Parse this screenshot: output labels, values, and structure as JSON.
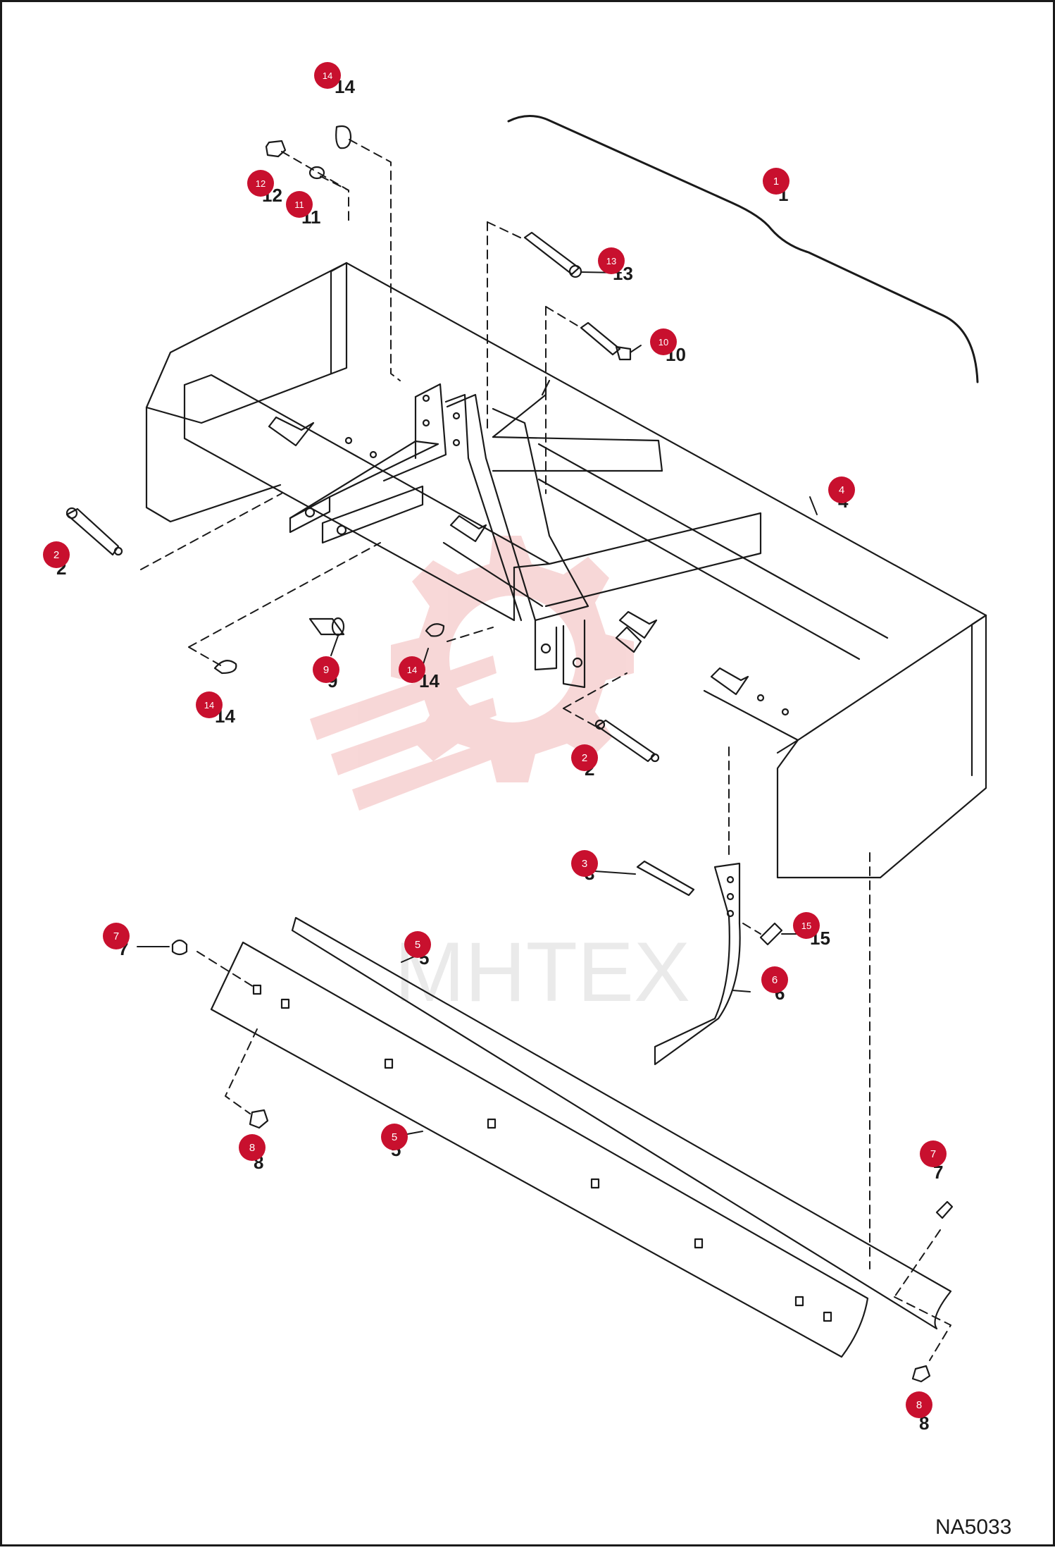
{
  "drawing_code": "NA5033",
  "watermark": "МНТЕХ",
  "colors": {
    "background": "#ffffff",
    "line": "#1a1a1a",
    "callout_fill": "#c8102e",
    "callout_text": "#ffffff",
    "watermark": "#f2b8b8",
    "watermark_text": "#d9d9d9"
  },
  "callouts": [
    {
      "id": "c1",
      "number": "1",
      "label": "1"
    },
    {
      "id": "c2a",
      "number": "2",
      "label": "2"
    },
    {
      "id": "c2b",
      "number": "2",
      "label": "2"
    },
    {
      "id": "c3",
      "number": "3",
      "label": "3"
    },
    {
      "id": "c4",
      "number": "4",
      "label": "4"
    },
    {
      "id": "c5a",
      "number": "5",
      "label": "5"
    },
    {
      "id": "c5b",
      "number": "5",
      "label": "5"
    },
    {
      "id": "c6",
      "number": "6",
      "label": "6"
    },
    {
      "id": "c7a",
      "number": "7",
      "label": "7"
    },
    {
      "id": "c7b",
      "number": "7",
      "label": "7"
    },
    {
      "id": "c8a",
      "number": "8",
      "label": "8"
    },
    {
      "id": "c8b",
      "number": "8",
      "label": "8"
    },
    {
      "id": "c9",
      "number": "9",
      "label": "9"
    },
    {
      "id": "c10",
      "number": "10",
      "label": "10"
    },
    {
      "id": "c11",
      "number": "11",
      "label": "11"
    },
    {
      "id": "c12",
      "number": "12",
      "label": "12"
    },
    {
      "id": "c13",
      "number": "13",
      "label": "13"
    },
    {
      "id": "c14a",
      "number": "14",
      "label": "14"
    },
    {
      "id": "c14b",
      "number": "14",
      "label": "14"
    },
    {
      "id": "c14c",
      "number": "14",
      "label": "14"
    },
    {
      "id": "c15",
      "number": "15",
      "label": "15"
    }
  ]
}
